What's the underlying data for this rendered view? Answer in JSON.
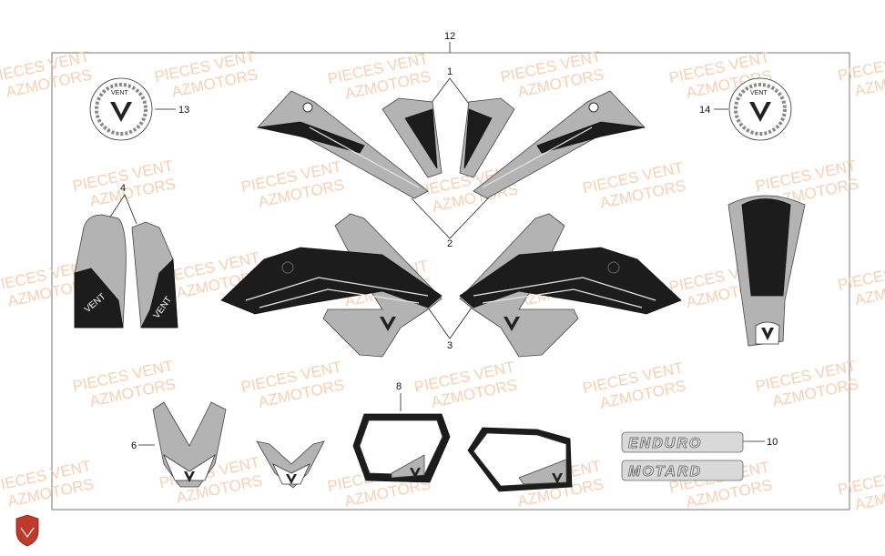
{
  "watermark": {
    "line1": "PIECES VENT",
    "line2": "AZMOTORS"
  },
  "callouts": {
    "c1": "1",
    "c2": "2",
    "c3": "3",
    "c4": "4",
    "c6": "6",
    "c8": "8",
    "c10": "10",
    "c12": "12",
    "c13": "13",
    "c14": "14"
  },
  "decals": {
    "brand": "VENT",
    "enduro": "ENDURO",
    "motard": "MOTARD"
  },
  "colors": {
    "watermark": "#f6c8a8",
    "logo": "#c0392b",
    "decal_gray": "#b3b3b3",
    "decal_black": "#1c1c1c"
  },
  "icons": [
    "azmotors-shield-logo",
    "vent-v-emblem"
  ]
}
